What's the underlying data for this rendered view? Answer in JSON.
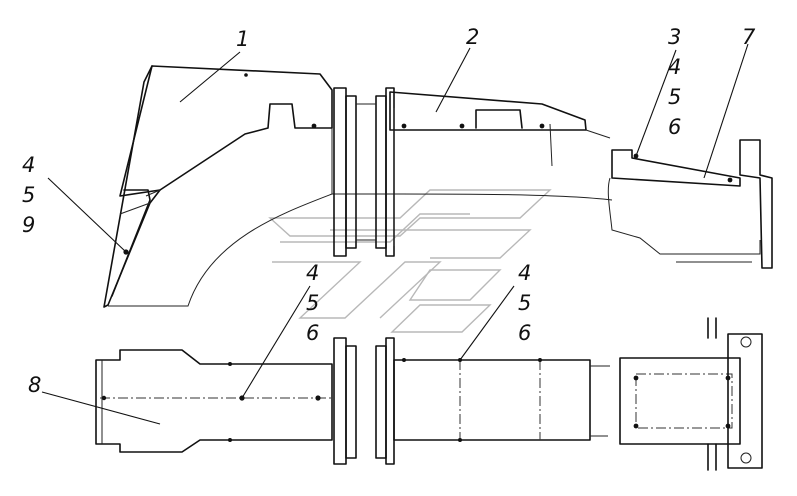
{
  "callouts": {
    "n1": "1",
    "n2": "2",
    "n3": "3",
    "n4a": "4",
    "n5a": "5",
    "n6a": "6",
    "n7": "7",
    "n4b": "4",
    "n5b": "5",
    "n9": "9",
    "n4c": "4",
    "n5c": "5",
    "n6c": "6",
    "n4d": "4",
    "n5d": "5",
    "n6d": "6",
    "n8": "8"
  }
}
